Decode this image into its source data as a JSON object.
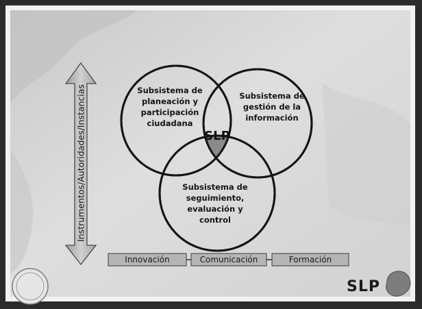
{
  "diagram": {
    "side_label": "Instrumentos/Autoridades/Instancias",
    "circles": {
      "left": [
        "Subsistema de",
        "planeación y",
        "participación",
        "ciudadana"
      ],
      "right": [
        "Subsistema de",
        "gestión de la",
        "información"
      ],
      "bottom": [
        "Subsistema de",
        "seguimiento,",
        "evaluación y",
        "control"
      ]
    },
    "center_label": "SLP",
    "tabs": [
      "Innovación",
      "Comunicación",
      "Formación"
    ]
  },
  "footer": {
    "brand": "SLP"
  },
  "colors": {
    "slide_bg": "#d9d9d9",
    "frame": "#eeeeee",
    "arrow_fill": "#b9b9b9",
    "center_fill": "#8a8a8a",
    "tab_fill": "#b5b5b5"
  }
}
